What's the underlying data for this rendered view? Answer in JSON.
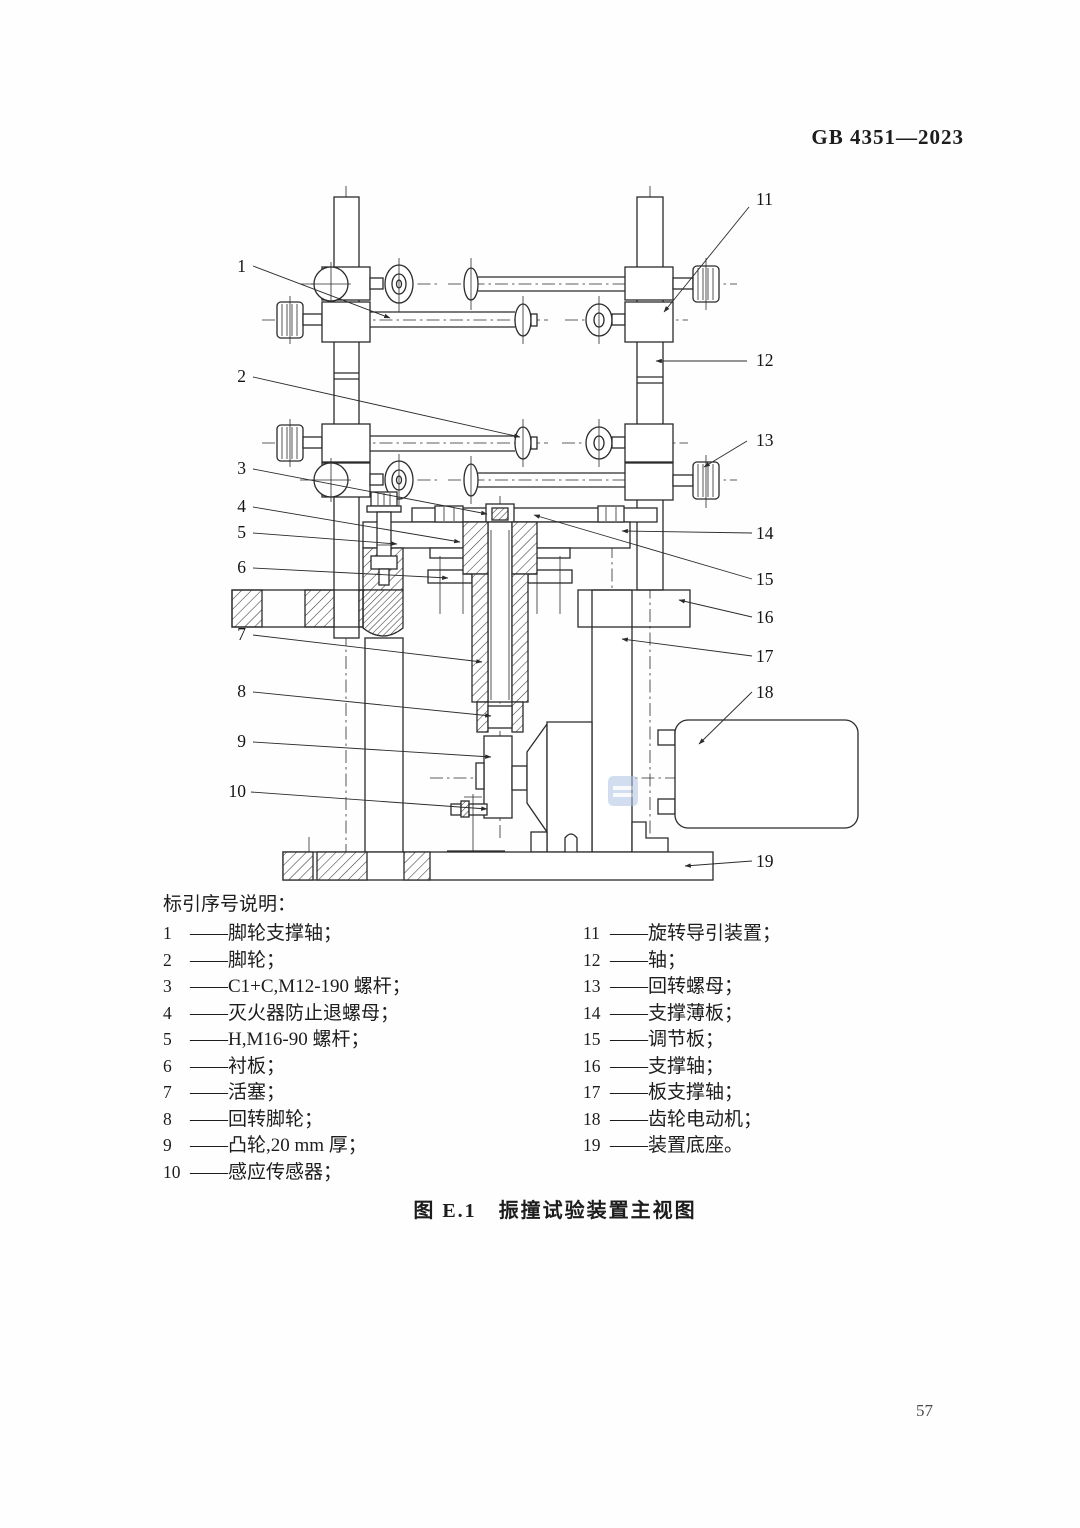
{
  "header": {
    "standard_code": "GB 4351—2023"
  },
  "figure": {
    "caption": "图 E.1　振撞试验装置主视图",
    "callouts": {
      "c1": "1",
      "c2": "2",
      "c3": "3",
      "c4": "4",
      "c5": "5",
      "c6": "6",
      "c7": "7",
      "c8": "8",
      "c9": "9",
      "c10": "10",
      "c11": "11",
      "c12": "12",
      "c13": "13",
      "c14": "14",
      "c15": "15",
      "c16": "16",
      "c17": "17",
      "c18": "18",
      "c19": "19"
    }
  },
  "legend": {
    "title": "标引序号说明：",
    "separator": "——",
    "left": [
      {
        "num": "1",
        "label": "脚轮支撑轴；"
      },
      {
        "num": "2",
        "label": "脚轮；"
      },
      {
        "num": "3",
        "label": "C1+C,M12-190 螺杆；"
      },
      {
        "num": "4",
        "label": "灭火器防止退螺母；"
      },
      {
        "num": "5",
        "label": "H,M16-90 螺杆；"
      },
      {
        "num": "6",
        "label": "衬板；"
      },
      {
        "num": "7",
        "label": "活塞；"
      },
      {
        "num": "8",
        "label": "回转脚轮；"
      },
      {
        "num": "9",
        "label": "凸轮,20 mm 厚；"
      },
      {
        "num": "10",
        "label": "感应传感器；"
      }
    ],
    "right": [
      {
        "num": "11",
        "label": "旋转导引装置；"
      },
      {
        "num": "12",
        "label": "轴；"
      },
      {
        "num": "13",
        "label": "回转螺母；"
      },
      {
        "num": "14",
        "label": "支撑薄板；"
      },
      {
        "num": "15",
        "label": "调节板；"
      },
      {
        "num": "16",
        "label": "支撑轴；"
      },
      {
        "num": "17",
        "label": "板支撑轴；"
      },
      {
        "num": "18",
        "label": "齿轮电动机；"
      },
      {
        "num": "19",
        "label": "装置底座。"
      }
    ]
  },
  "page": {
    "number": "57"
  },
  "colors": {
    "line": "#2b2b2b",
    "text": "#1d1d1d",
    "watermark_blue": "#aec4e4"
  }
}
